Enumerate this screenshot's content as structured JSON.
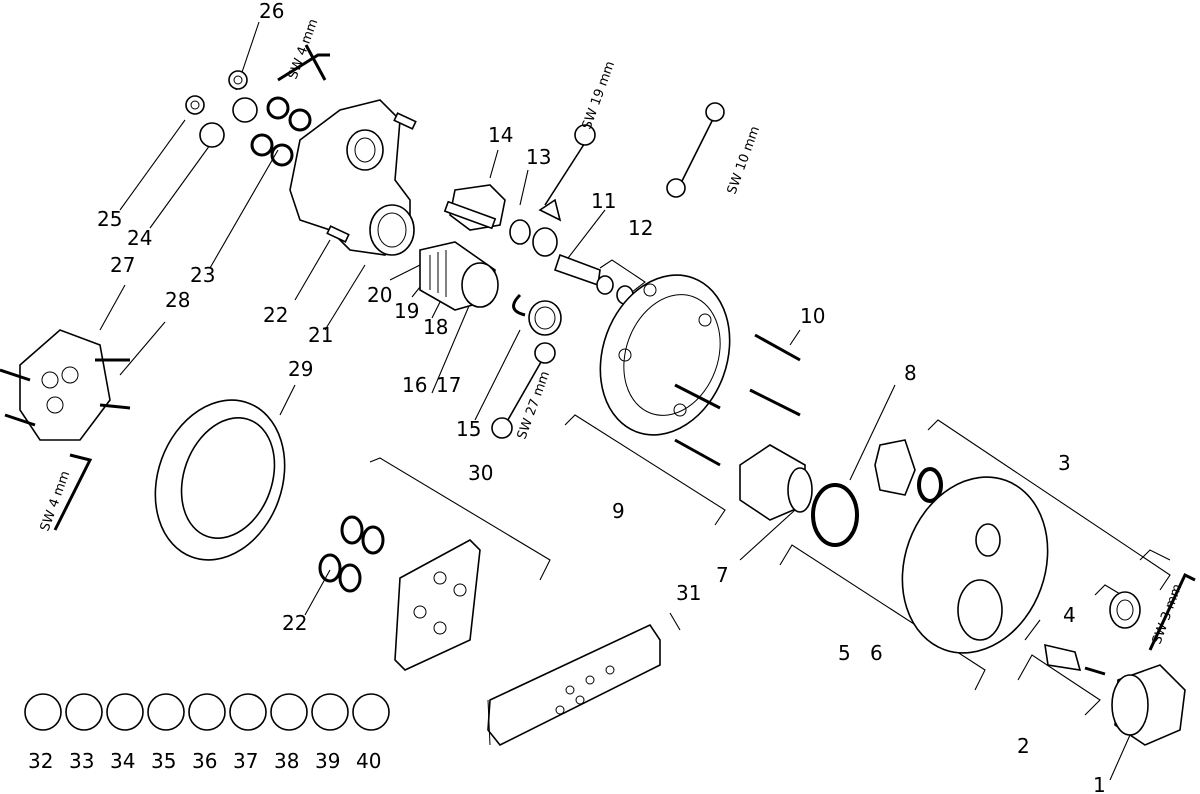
{
  "callouts": {
    "c1": "1",
    "c2": "2",
    "c3": "3",
    "c4": "4",
    "c5": "5",
    "c6": "6",
    "c7": "7",
    "c8": "8",
    "c9": "9",
    "c10": "10",
    "c11": "11",
    "c12": "12",
    "c13": "13",
    "c14": "14",
    "c15": "15",
    "c16": "16",
    "c17": "17",
    "c18": "18",
    "c19": "19",
    "c20": "20",
    "c21": "21",
    "c22a": "22",
    "c22b": "22",
    "c23": "23",
    "c24": "24",
    "c25": "25",
    "c26": "26",
    "c27": "27",
    "c28": "28",
    "c29": "29",
    "c30": "30",
    "c31": "31",
    "c32": "32",
    "c33": "33",
    "c34": "34",
    "c35": "35",
    "c36": "36",
    "c37": "37",
    "c38": "38",
    "c39": "39",
    "c40": "40"
  },
  "tools": {
    "sw4_top": "SW 4 mm",
    "sw19": "SW 19 mm",
    "sw10": "SW 10 mm",
    "sw27": "SW 27 mm",
    "sw4_left": "SW 4 mm",
    "sw3": "SW 3 mm"
  }
}
